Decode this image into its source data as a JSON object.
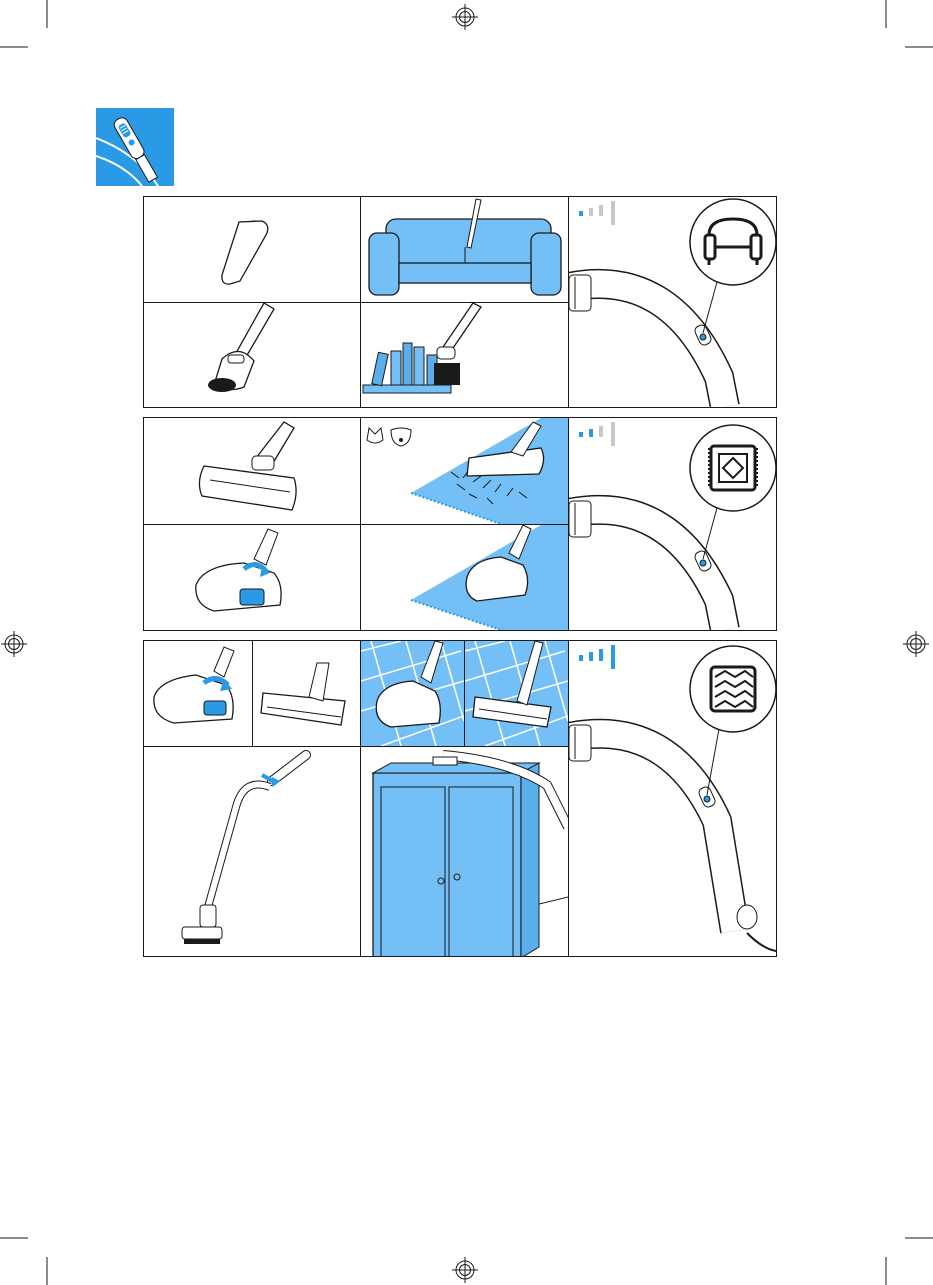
{
  "page": {
    "title": "",
    "colors": {
      "accent": "#2a9ae6",
      "light_blue": "#74bff5",
      "mid_blue": "#5aaeea",
      "ink": "#1a1a1a",
      "gray": "#c8c8c8"
    },
    "header_icon": "vacuum-handle-icon"
  },
  "panels": [
    {
      "id": "upholstery",
      "power_level": 1,
      "power_level_max": 4,
      "surface_icon": "armchair-icon",
      "cells": [
        "crevice-nozzle-icon",
        "sofa-crevice-icon",
        "dusting-brush-icon",
        "bookshelf-brush-icon"
      ]
    },
    {
      "id": "carpet",
      "power_level": 2,
      "power_level_max": 4,
      "surface_icon": "rug-icon",
      "pet_icons": [
        "cat-icon",
        "dog-icon"
      ],
      "cells": [
        "turbo-nozzle-icon",
        "pet-hair-carpet-icon",
        "nozzle-switch-carpet-icon",
        "carpet-cleaning-icon"
      ]
    },
    {
      "id": "hard-floor",
      "power_level": 4,
      "power_level_max": 4,
      "surface_icon": "parquet-icon",
      "cells": [
        "nozzle-switch-floor-icon",
        "parquet-nozzle-icon",
        "hard-floor-nozzle-icon",
        "hard-floor-brush-icon",
        "extension-tube-icon",
        "cupboard-top-icon"
      ]
    }
  ]
}
